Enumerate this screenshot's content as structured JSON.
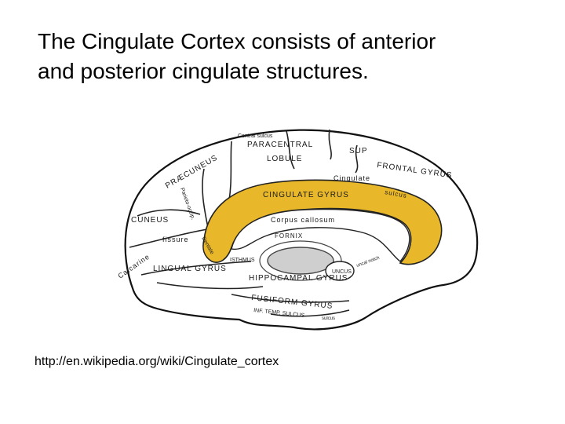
{
  "slide": {
    "title_lines": [
      "The Cingulate Cortex consists of anterior",
      "and posterior cingulate structures."
    ],
    "caption": "http://en.wikipedia.org/wiki/Cingulate_cortex"
  },
  "diagram": {
    "highlight_color": "#e8b82a",
    "region_labels": {
      "central_sulcus": "Central sulcus",
      "paracentral": "PARACENTRAL",
      "lobule": "LOBULE",
      "sup": "SUP",
      "frontal_gyrus": "FRONTAL GYRUS",
      "praecuneus": "PRÆCUNEUS",
      "cingulate_sulcus_1": "Cingulate",
      "cingulate_sulcus_2": "sulcus",
      "cingulate_gyrus": "CINGULATE GYRUS",
      "parieto_occipital": "Parieto-occip.",
      "corpus_callosum": "Corpus callosum",
      "fornix": "FORNIX",
      "cuneus": "CUNEUS",
      "fissure": "fissure",
      "calcarine": "Calcarine",
      "lingual_gyrus": "LINGUAL GYRUS",
      "dentate": "Dentate",
      "isthmus": "ISTHMUS",
      "uncus": "UNCUS",
      "uncal_notch": "uncal notch",
      "hippocampal_gyrus": "HIPPOCAMPAL GYRUS",
      "fusiform_gyrus": "FUSIFORM GYRUS",
      "inf_temp": "INF. TEMP. SULCUS",
      "sulcus": "sulcus"
    }
  }
}
